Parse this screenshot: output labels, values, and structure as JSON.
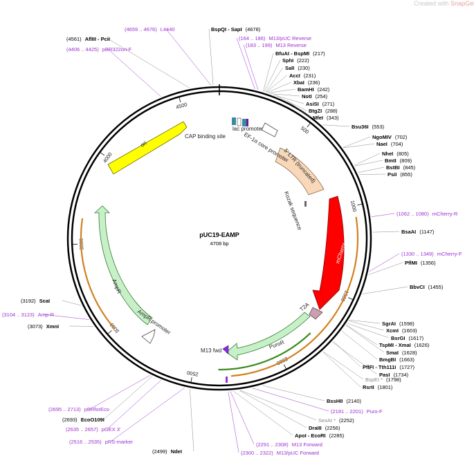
{
  "watermark": {
    "prefix": "Created with ",
    "brand": "SnapGene®"
  },
  "plasmid": {
    "name": "pUC19-EAMP",
    "length_label": "4708 bp",
    "length": 4708
  },
  "ticks": [
    "500",
    "1000",
    "1500",
    "2000",
    "2500",
    "3000",
    "3500",
    "4000",
    "4500"
  ],
  "features": {
    "ori": "ori",
    "cap": "CAP binding site",
    "lac": "lac promoter",
    "ef1a": "EF-1α core promoter",
    "ltr": "5' LTR (truncated)",
    "kozak": "Kozak sequence",
    "mcherry": "mCherry",
    "t2a": "T2A",
    "puror": "PuroR",
    "m13fwd": "M13 fwd",
    "ampr": "AmpR",
    "amprprom": "AmpR promoter"
  },
  "colors": {
    "ori": "#ffff00",
    "mcherry": "#ff0000",
    "puror": "#c8f0c8",
    "ampr": "#c8f0c8",
    "ltr": "#f8d8b8",
    "t2a": "#c8a0b0",
    "primer": "#9b2fd0",
    "orange_arc": "#d08020",
    "green_arc": "#3a8a1a"
  },
  "labels_right": [
    {
      "name": "BspQI - SapI",
      "pos": "(4678)"
    },
    {
      "name": "M13/pUC Reverse",
      "pos": "(164 .. 186)",
      "type": "primer"
    },
    {
      "name": "M13 Reverse",
      "pos": "(183 .. 199)",
      "type": "primer"
    },
    {
      "name": "BfuAI - BspMI",
      "pos": "(217)"
    },
    {
      "name": "SphI",
      "pos": "(222)"
    },
    {
      "name": "SalI",
      "pos": "(230)"
    },
    {
      "name": "AccI",
      "pos": "(231)"
    },
    {
      "name": "XbaI",
      "pos": "(236)"
    },
    {
      "name": "BamHI",
      "pos": "(242)"
    },
    {
      "name": "NotI",
      "pos": "(254)"
    },
    {
      "name": "AsiSI",
      "pos": "(271)"
    },
    {
      "name": "BtgZI",
      "pos": "(288)"
    },
    {
      "name": "MfeI",
      "pos": "(343)"
    },
    {
      "name": "Bsu36I",
      "pos": "(553)"
    },
    {
      "name": "NgoMIV",
      "pos": "(702)"
    },
    {
      "name": "NaeI",
      "pos": "(704)"
    },
    {
      "name": "NheI",
      "pos": "(805)"
    },
    {
      "name": "BmtI",
      "pos": "(809)"
    },
    {
      "name": "BstBI",
      "pos": "(845)"
    },
    {
      "name": "PsiI",
      "pos": "(855)"
    },
    {
      "name": "mCherry-R",
      "pos": "(1062 .. 1080)",
      "type": "primer"
    },
    {
      "name": "BsaAI",
      "pos": "(1147)"
    },
    {
      "name": "mCherry-F",
      "pos": "(1330 .. 1349)",
      "type": "primer"
    },
    {
      "name": "PflMI",
      "pos": "(1356)"
    },
    {
      "name": "BbvCI",
      "pos": "(1455)"
    },
    {
      "name": "SgrAI",
      "pos": "(1598)"
    },
    {
      "name": "XcmI",
      "pos": "(1603)"
    },
    {
      "name": "BsrGI",
      "pos": "(1617)"
    },
    {
      "name": "TspMI - XmaI",
      "pos": "(1626)"
    },
    {
      "name": "SmaI",
      "pos": "(1628)"
    },
    {
      "name": "BmgBI",
      "pos": "(1663)"
    },
    {
      "name": "PflFI - Tth111I",
      "pos": "(1727)"
    },
    {
      "name": "PasI",
      "pos": "(1734)"
    },
    {
      "name": "BspEI *",
      "pos": "(1798)",
      "type": "gray"
    },
    {
      "name": "RsrII",
      "pos": "(1801)"
    },
    {
      "name": "BssHII",
      "pos": "(2140)"
    },
    {
      "name": "Puro-F",
      "pos": "(2181 .. 2201)",
      "type": "primer"
    },
    {
      "name": "SexAI *",
      "pos": "(2252)",
      "type": "gray"
    },
    {
      "name": "DraIII",
      "pos": "(2256)"
    },
    {
      "name": "ApoI - EcoRI",
      "pos": "(2285)"
    },
    {
      "name": "M13 Forward",
      "pos": "(2291 .. 2308)",
      "type": "primer"
    },
    {
      "name": "M13/pUC Forward",
      "pos": "(2300 .. 2322)",
      "type": "primer"
    }
  ],
  "labels_left": [
    {
      "name": "L4440",
      "pos": "(4659 .. 4676)",
      "type": "primer"
    },
    {
      "name": "AflIII - PciI",
      "pos": "(4561)"
    },
    {
      "name": "pBR322ori-F",
      "pos": "(4406 .. 4425)",
      "type": "primer"
    },
    {
      "name": "ScaI",
      "pos": "(3192)"
    },
    {
      "name": "Amp-R",
      "pos": "(3104 .. 3123)",
      "type": "primer"
    },
    {
      "name": "XmnI",
      "pos": "(3073)"
    },
    {
      "name": "pBRforEco",
      "pos": "(2695 .. 2713)",
      "type": "primer"
    },
    {
      "name": "EcoO109I",
      "pos": "(2693)"
    },
    {
      "name": "pGEX 3'",
      "pos": "(2635 .. 2657)",
      "type": "primer"
    },
    {
      "name": "pRS-marker",
      "pos": "(2516 .. 2535)",
      "type": "primer"
    },
    {
      "name": "NdeI",
      "pos": "(2499)"
    }
  ]
}
